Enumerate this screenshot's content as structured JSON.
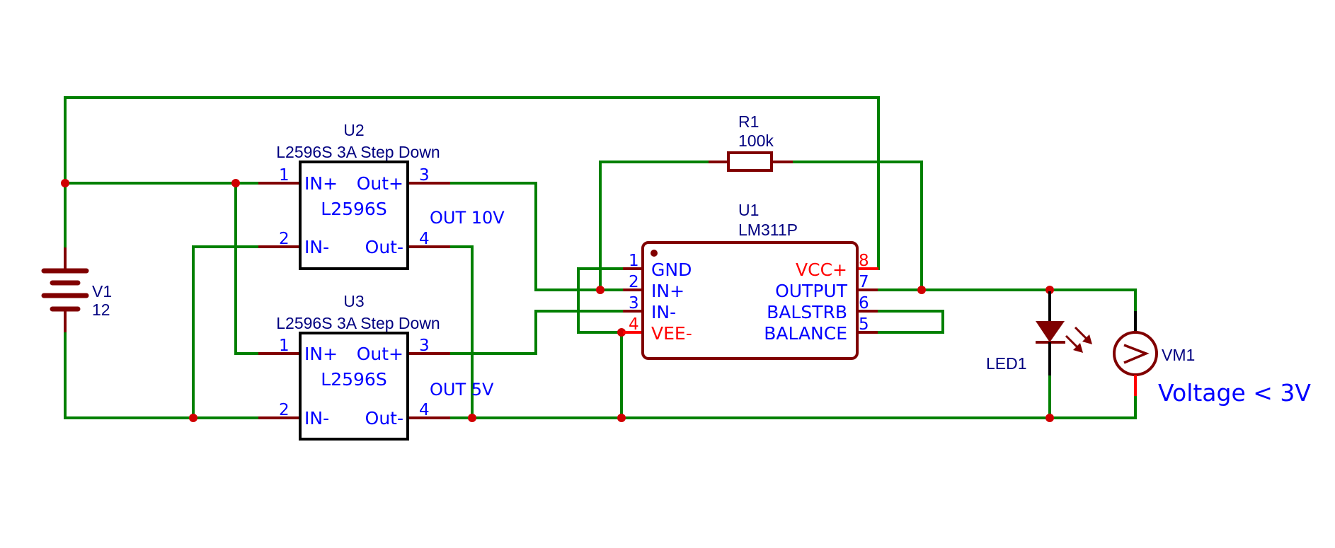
{
  "schematic": {
    "battery": {
      "ref": "V1",
      "value": "12"
    },
    "u2": {
      "ref": "U2",
      "description": "L2596S 3A Step Down",
      "part": "L2596S",
      "pins": {
        "in_plus": "IN+",
        "out_plus": "Out+",
        "in_minus": "IN-",
        "out_minus": "Out-"
      },
      "pin_numbers": [
        "1",
        "2",
        "3",
        "4"
      ],
      "net_label": "OUT 10V"
    },
    "u3": {
      "ref": "U3",
      "description": "L2596S 3A Step Down",
      "part": "L2596S",
      "pins": {
        "in_plus": "IN+",
        "out_plus": "Out+",
        "in_minus": "IN-",
        "out_minus": "Out-"
      },
      "pin_numbers": [
        "1",
        "2",
        "3",
        "4"
      ],
      "net_label": "OUT 5V"
    },
    "r1": {
      "ref": "R1",
      "value": "100k"
    },
    "u1": {
      "ref": "U1",
      "part": "LM311P",
      "left_pins": [
        {
          "num": "1",
          "label": "GND"
        },
        {
          "num": "2",
          "label": "IN+"
        },
        {
          "num": "3",
          "label": "IN-"
        },
        {
          "num": "4",
          "label": "VEE-"
        }
      ],
      "right_pins": [
        {
          "num": "8",
          "label": "VCC+"
        },
        {
          "num": "7",
          "label": "OUTPUT"
        },
        {
          "num": "6",
          "label": "BALSTRB"
        },
        {
          "num": "5",
          "label": "BALANCE"
        }
      ]
    },
    "led": {
      "ref": "LED1"
    },
    "voltmeter": {
      "ref": "VM1",
      "annotation": "Voltage < 3V"
    },
    "colors": {
      "wire": "#008000",
      "pin": "#800000",
      "power_pin": "#ff0000",
      "junction": "#d00000",
      "ref_text": "#000080",
      "pin_text": "#0000ff"
    }
  }
}
